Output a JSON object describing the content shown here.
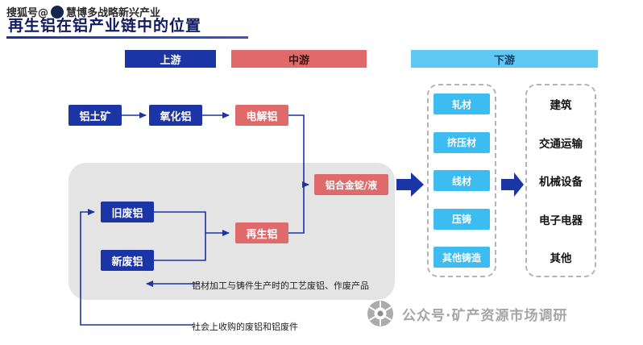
{
  "watermarks": {
    "top_prefix": "搜狐号@",
    "top_name": "慧博多战略新兴产业",
    "bottom": "公众号·矿产资源市场调研"
  },
  "title": "再生铝在铝产业链中的位置",
  "stages": {
    "upstream": "上游",
    "midstream": "中游",
    "downstream": "下游"
  },
  "nodes": {
    "bauxite": "铝土矿",
    "alumina": "氧化铝",
    "electrolytic_aluminum": "电解铝",
    "alloy_ingot": "铝合金锭/液",
    "old_scrap": "旧废铝",
    "new_scrap": "新废铝",
    "recycled_aluminum": "再生铝"
  },
  "downstream_products": [
    "轧材",
    "挤压材",
    "线材",
    "压铸",
    "其他铸造"
  ],
  "applications": [
    "建筑",
    "交通运输",
    "机械设备",
    "电子电器",
    "其他"
  ],
  "notes": {
    "process_scrap": "铝材加工与铸件生产时的工艺废铝、作废产品",
    "purchased_scrap": "社会上收购的废铝和铝废件"
  },
  "colors": {
    "dark_blue": "#1b34a6",
    "red": "#e06a6a",
    "header_light_blue": "#5fc8f3",
    "product_cyan": "#3cbcf0",
    "pool_gray": "#e4e4e4"
  }
}
